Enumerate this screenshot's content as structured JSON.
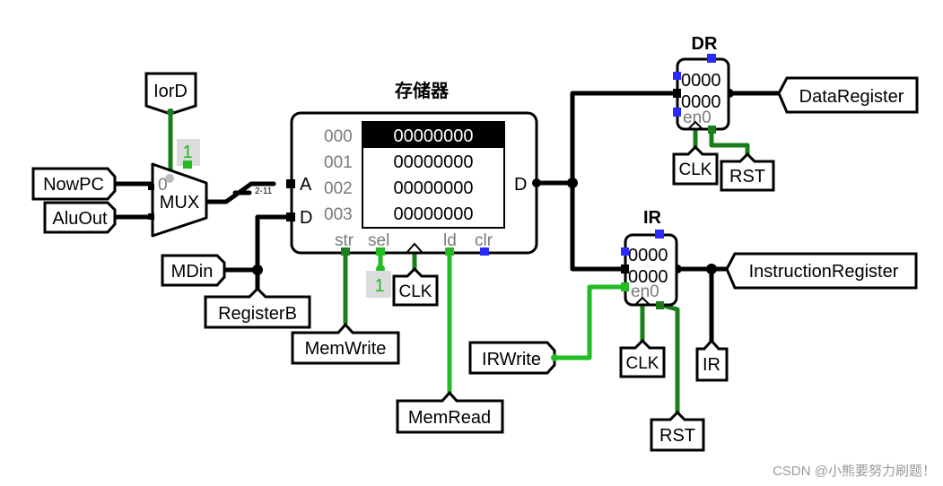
{
  "pins": {
    "iord": "IorD",
    "nowpc": "NowPC",
    "aluout": "AluOut",
    "mdin": "MDin",
    "registerb": "RegisterB",
    "memwrite": "MemWrite",
    "memread": "MemRead",
    "irwrite": "IRWrite",
    "clk_mem": "CLK",
    "clk_dr": "CLK",
    "clk_ir": "CLK",
    "rst_dr": "RST",
    "rst_ir": "RST",
    "dataregister": "DataRegister",
    "instructionregister": "InstructionRegister",
    "ir_out": "IR"
  },
  "mux": {
    "label": "MUX",
    "in0": "0",
    "const": "1",
    "splitter": "2-11"
  },
  "memory": {
    "title": "存储器",
    "port_a": "A",
    "port_d_in": "D",
    "port_d_out": "D",
    "addresses": [
      "000",
      "001",
      "002",
      "003"
    ],
    "values": [
      "00000000",
      "00000000",
      "00000000",
      "00000000"
    ],
    "pins": {
      "str": "str",
      "sel": "sel",
      "ld": "ld",
      "clr": "clr"
    },
    "sel_const": "1"
  },
  "dr": {
    "title": "DR",
    "line1": "0000",
    "line2": "0000",
    "en": "en0"
  },
  "ir": {
    "title": "IR",
    "line1": "0000",
    "line2": "0000",
    "en": "en0"
  },
  "watermark": "CSDN @小熊要努力刷题！",
  "colors": {
    "wire_bundle": "#000000",
    "wire_signal_dark": "#1a7d1a",
    "wire_signal_light": "#22bb22",
    "port_blue": "#2a2aff",
    "selected_row": "#000000"
  }
}
